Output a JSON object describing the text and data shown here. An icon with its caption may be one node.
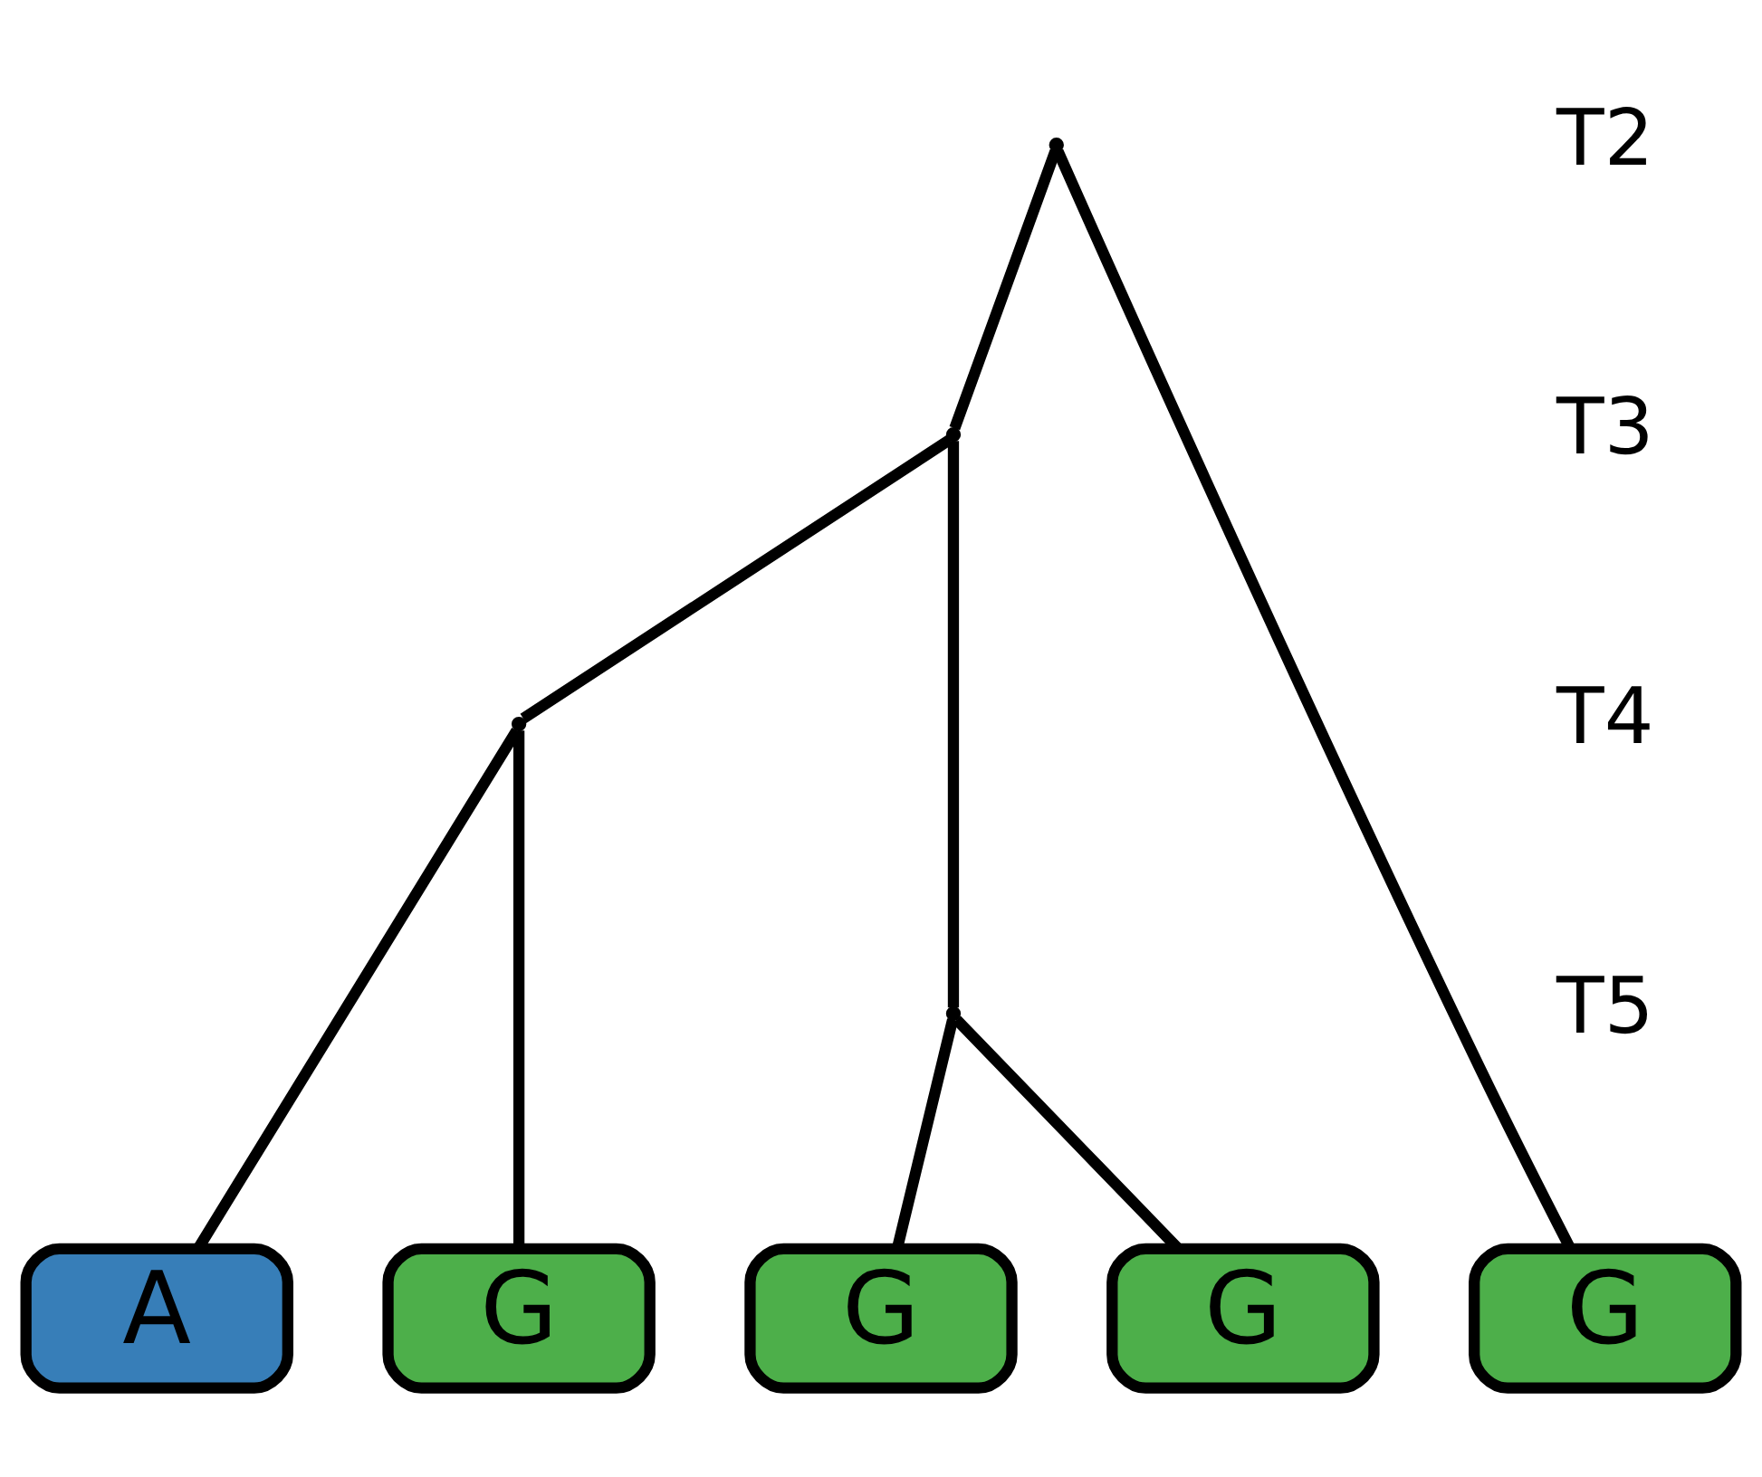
{
  "diagram": {
    "nodes": [
      {
        "text": [],
        "shape": "point"
      },
      {
        "text": [],
        "shape": "point"
      },
      {
        "text": [],
        "shape": "point"
      },
      {
        "text": [],
        "shape": "point"
      },
      {
        "text": [
          "G"
        ]
      },
      {
        "text": [
          "G"
        ]
      },
      {
        "text": [
          "A"
        ]
      },
      {
        "text": [
          "G"
        ]
      },
      {
        "text": [
          "G"
        ]
      }
    ],
    "edges": [
      {
        "from": 0,
        "to": 1,
        "arrow": "none"
      },
      {
        "from": 0,
        "to": 8,
        "arrow": "none"
      },
      {
        "from": 1,
        "to": 3,
        "arrow": "none"
      },
      {
        "from": 1,
        "to": 2,
        "arrow": "none"
      },
      {
        "from": 3,
        "to": 4,
        "arrow": "none"
      },
      {
        "from": 3,
        "to": 5,
        "arrow": "none"
      },
      {
        "from": 2,
        "to": 6,
        "arrow": "none"
      },
      {
        "from": 2,
        "to": 7,
        "arrow": "none"
      }
    ],
    "labels": [
      "T2",
      "T3",
      "T4",
      "T5"
    ]
  }
}
